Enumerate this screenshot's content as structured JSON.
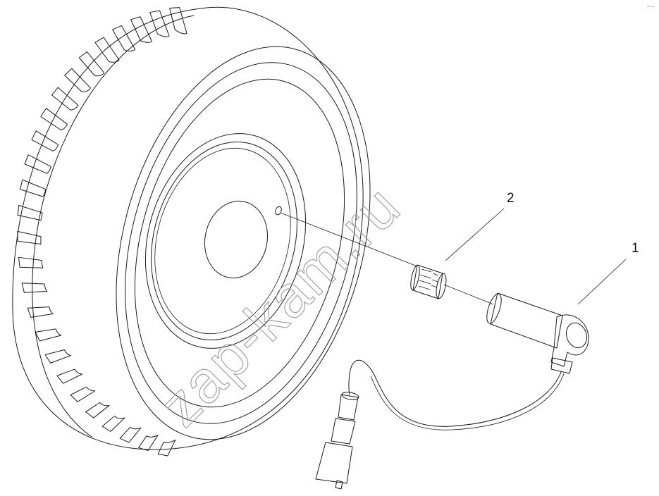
{
  "callouts": [
    {
      "id": "1",
      "label": "1"
    },
    {
      "id": "2",
      "label": "2"
    }
  ],
  "watermark": {
    "text": "zap-kam.ru"
  },
  "corner_mark": {
    "text": "⠐··"
  },
  "colors": {
    "line": "#1a1a1a",
    "watermark": "#9a9a9a",
    "background": "#ffffff"
  }
}
